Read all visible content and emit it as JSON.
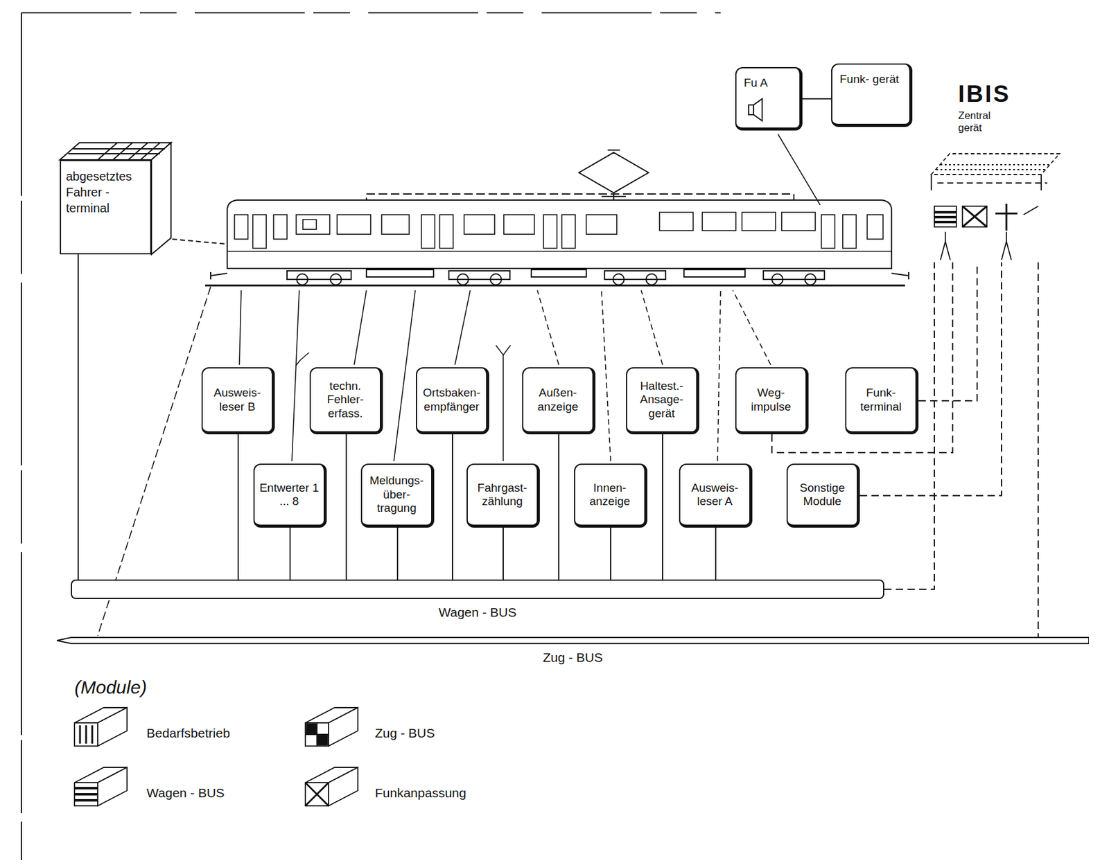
{
  "diagram": {
    "nodes": [
      {
        "text": [
          "abgesetztes Fahrer - terminal"
        ]
      },
      {
        "text": [
          "Fu A"
        ]
      },
      {
        "text": [
          "Funk- gerät"
        ]
      },
      {
        "text": [
          "IBIS",
          "Zentral gerät"
        ]
      },
      {
        "text": [
          "Ausweis- leser B"
        ]
      },
      {
        "text": [
          "techn. Fehler- erfass."
        ]
      },
      {
        "text": [
          "Ortsbaken- empfänger"
        ]
      },
      {
        "text": [
          "Außen- anzeige"
        ]
      },
      {
        "text": [
          "Haltest.- Ansage- gerät"
        ]
      },
      {
        "text": [
          "Weg- impulse"
        ]
      },
      {
        "text": [
          "Funk- terminal"
        ]
      },
      {
        "text": [
          "Entwerter 1 ... 8"
        ]
      },
      {
        "text": [
          "Meldungs- über- tragung"
        ]
      },
      {
        "text": [
          "Fahrgast- zählung"
        ]
      },
      {
        "text": [
          "Innen- anzeige"
        ]
      },
      {
        "text": [
          "Ausweis- leser A"
        ]
      },
      {
        "text": [
          "Sonstige Module"
        ]
      },
      {
        "text": [
          "Wagen - BUS"
        ]
      },
      {
        "text": [
          "Zug - BUS"
        ]
      }
    ],
    "edges": [
      {
        "from": 0,
        "to": 17,
        "arrow": "none"
      },
      {
        "from": 1,
        "to": 2,
        "arrow": "none"
      },
      {
        "from": 4,
        "to": 17,
        "arrow": "none"
      },
      {
        "from": 5,
        "to": 17,
        "arrow": "none"
      },
      {
        "from": 6,
        "to": 17,
        "arrow": "none"
      },
      {
        "from": 7,
        "to": 17,
        "arrow": "none"
      },
      {
        "from": 8,
        "to": 17,
        "arrow": "none"
      },
      {
        "from": 11,
        "to": 17,
        "arrow": "none"
      },
      {
        "from": 12,
        "to": 17,
        "arrow": "none"
      },
      {
        "from": 13,
        "to": 17,
        "arrow": "none"
      },
      {
        "from": 14,
        "to": 17,
        "arrow": "none"
      },
      {
        "from": 15,
        "to": 17,
        "arrow": "none"
      },
      {
        "from": 9,
        "to": 3,
        "arrow": "none"
      },
      {
        "from": 10,
        "to": 3,
        "arrow": "none"
      },
      {
        "from": 16,
        "to": 3,
        "arrow": "none"
      },
      {
        "from": 17,
        "to": 3,
        "arrow": "none"
      },
      {
        "from": 3,
        "to": 18,
        "arrow": "none"
      }
    ],
    "labels": [
      "(Module)"
    ],
    "legend": [
      {
        "text": "Bedarfsbetrieb"
      },
      {
        "text": "Zug - BUS"
      },
      {
        "text": "Wagen - BUS"
      },
      {
        "text": "Funkanpassung"
      }
    ]
  }
}
